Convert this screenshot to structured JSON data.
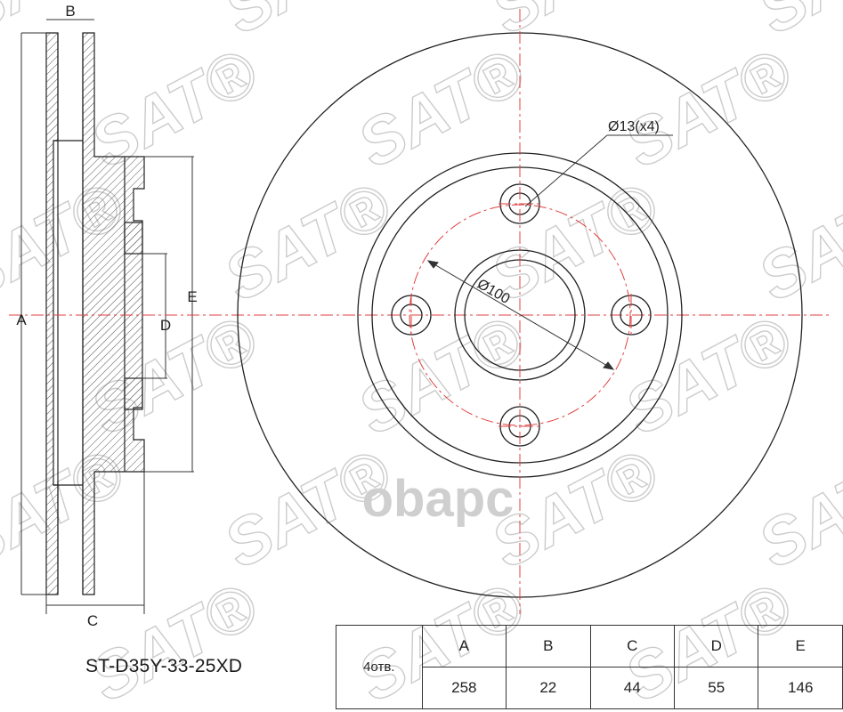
{
  "diagram": {
    "dimension_labels": {
      "a": "A",
      "b": "B",
      "c": "C",
      "d": "D",
      "e": "E"
    },
    "bolt_hole_callout": "Ø13(x4)",
    "pcd_callout": "Ø100",
    "watermark_text": "SAT",
    "watermark_mark": "®",
    "logo_text": "obapc"
  },
  "part_number": "ST-D35Y-33-25XD",
  "spec_table": {
    "holes_label": "4отв.",
    "headers": [
      "A",
      "B",
      "C",
      "D",
      "E"
    ],
    "values": [
      "258",
      "22",
      "44",
      "55",
      "146"
    ]
  },
  "colors": {
    "line": "#222222",
    "centerline": "#e04040",
    "hatch": "#444444",
    "watermark": "#cccccc",
    "logo": "#d0d0d0"
  }
}
